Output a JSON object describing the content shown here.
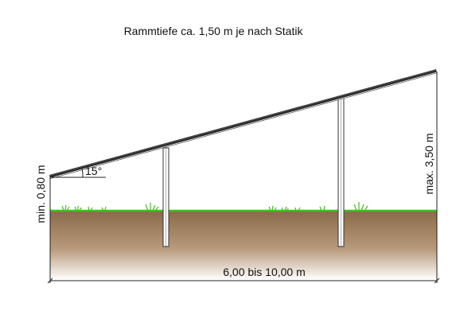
{
  "diagram": {
    "title": "Rammtiefe ca. 1,50 m je nach Statik",
    "labels": {
      "min_height": "min. 0,80 m",
      "max_height": "max. 3,50 m",
      "span": "6,00 bis 10,00 m",
      "angle": "15°"
    },
    "colors": {
      "grass": "#3fbf1f",
      "soil_top": "#8a6a4a",
      "soil_bottom": "#ffffff",
      "panel": "#2d2d2d",
      "line": "#222222"
    }
  }
}
